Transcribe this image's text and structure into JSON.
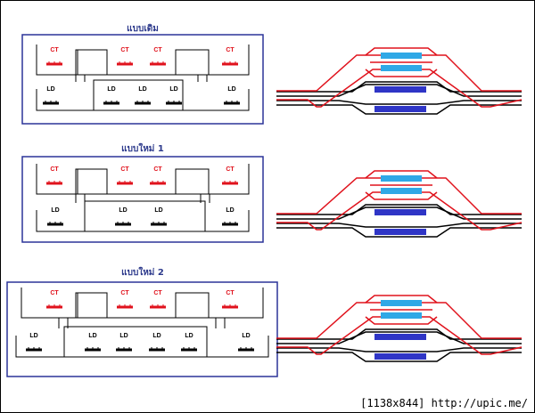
{
  "sections": [
    {
      "title": "แบบเดิม"
    },
    {
      "title": "แบบใหม่ 1"
    },
    {
      "title": "แบบใหม่ 2"
    }
  ],
  "labels": {
    "ct": "CT",
    "ld": "LD"
  },
  "colors": {
    "frame": "#2b3399",
    "red": "#e0121c",
    "black": "#000000",
    "light_blue": "#2fa8e6",
    "dark_blue": "#2f35c6"
  },
  "credit": "[1138x844] http://upic.me/"
}
